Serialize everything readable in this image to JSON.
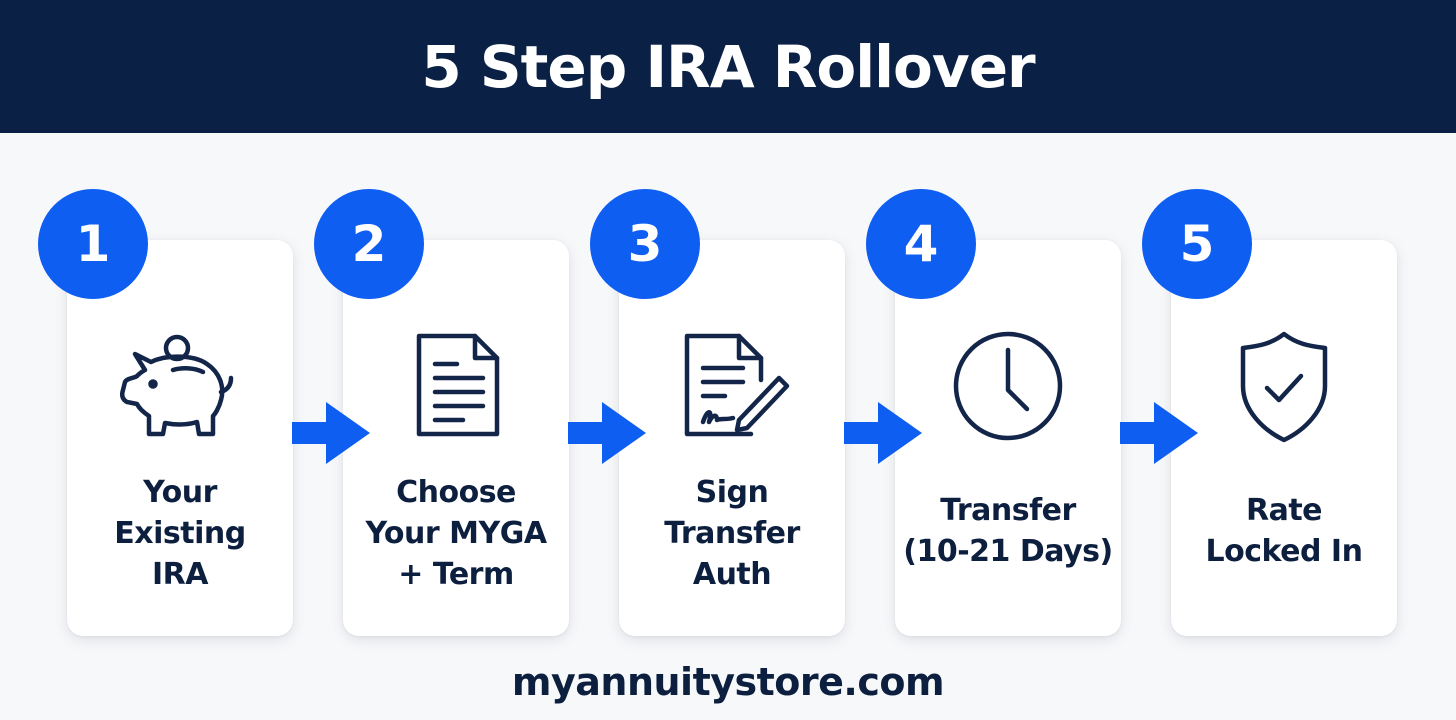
{
  "header": {
    "title": "5 Step IRA Rollover"
  },
  "colors": {
    "header_bg": "#0b2045",
    "accent": "#0f5ef2",
    "text": "#0d1f3f",
    "card_bg": "#ffffff",
    "page_bg": "#f7f8fa"
  },
  "steps": [
    {
      "number": "1",
      "icon": "piggy-bank-icon",
      "lines": [
        "Your",
        "Existing",
        "IRA"
      ]
    },
    {
      "number": "2",
      "icon": "document-icon",
      "lines": [
        "Choose",
        "Your MYGA",
        "+ Term"
      ]
    },
    {
      "number": "3",
      "icon": "signed-document-icon",
      "lines": [
        "Sign",
        "Transfer",
        "Auth"
      ]
    },
    {
      "number": "4",
      "icon": "clock-icon",
      "lines": [
        "Transfer",
        "(10-21 Days)"
      ]
    },
    {
      "number": "5",
      "icon": "shield-check-icon",
      "lines": [
        "Rate",
        "Locked In"
      ]
    }
  ],
  "arrows": [
    "arrow-right-icon",
    "arrow-right-icon",
    "arrow-right-icon",
    "arrow-right-icon"
  ],
  "footer": {
    "website": "myannuitystore.com"
  }
}
